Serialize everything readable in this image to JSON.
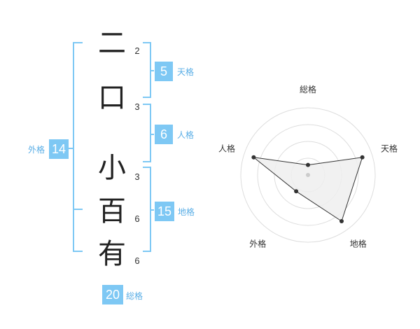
{
  "name": {
    "characters": [
      {
        "char": "二",
        "strokes": "2"
      },
      {
        "char": "口",
        "strokes": "3"
      },
      {
        "char": "小",
        "strokes": "3"
      },
      {
        "char": "百",
        "strokes": "6"
      },
      {
        "char": "有",
        "strokes": "6"
      }
    ]
  },
  "fortunes": {
    "tenkaku": {
      "label": "天格",
      "value": "5"
    },
    "jinkaku": {
      "label": "人格",
      "value": "6"
    },
    "chikaku": {
      "label": "地格",
      "value": "15"
    },
    "gaikaku": {
      "label": "外格",
      "value": "14"
    },
    "soukaku": {
      "label": "総格",
      "value": "20"
    }
  },
  "colors": {
    "accent": "#7ec8f4",
    "accent_text": "#5aaee6"
  },
  "chart_data": {
    "type": "radar",
    "axes": [
      "総格",
      "天格",
      "地格",
      "外格",
      "人格"
    ],
    "values": [
      0.15,
      0.85,
      0.85,
      0.3,
      0.85
    ],
    "range": [
      0,
      1
    ],
    "rings": 4
  }
}
